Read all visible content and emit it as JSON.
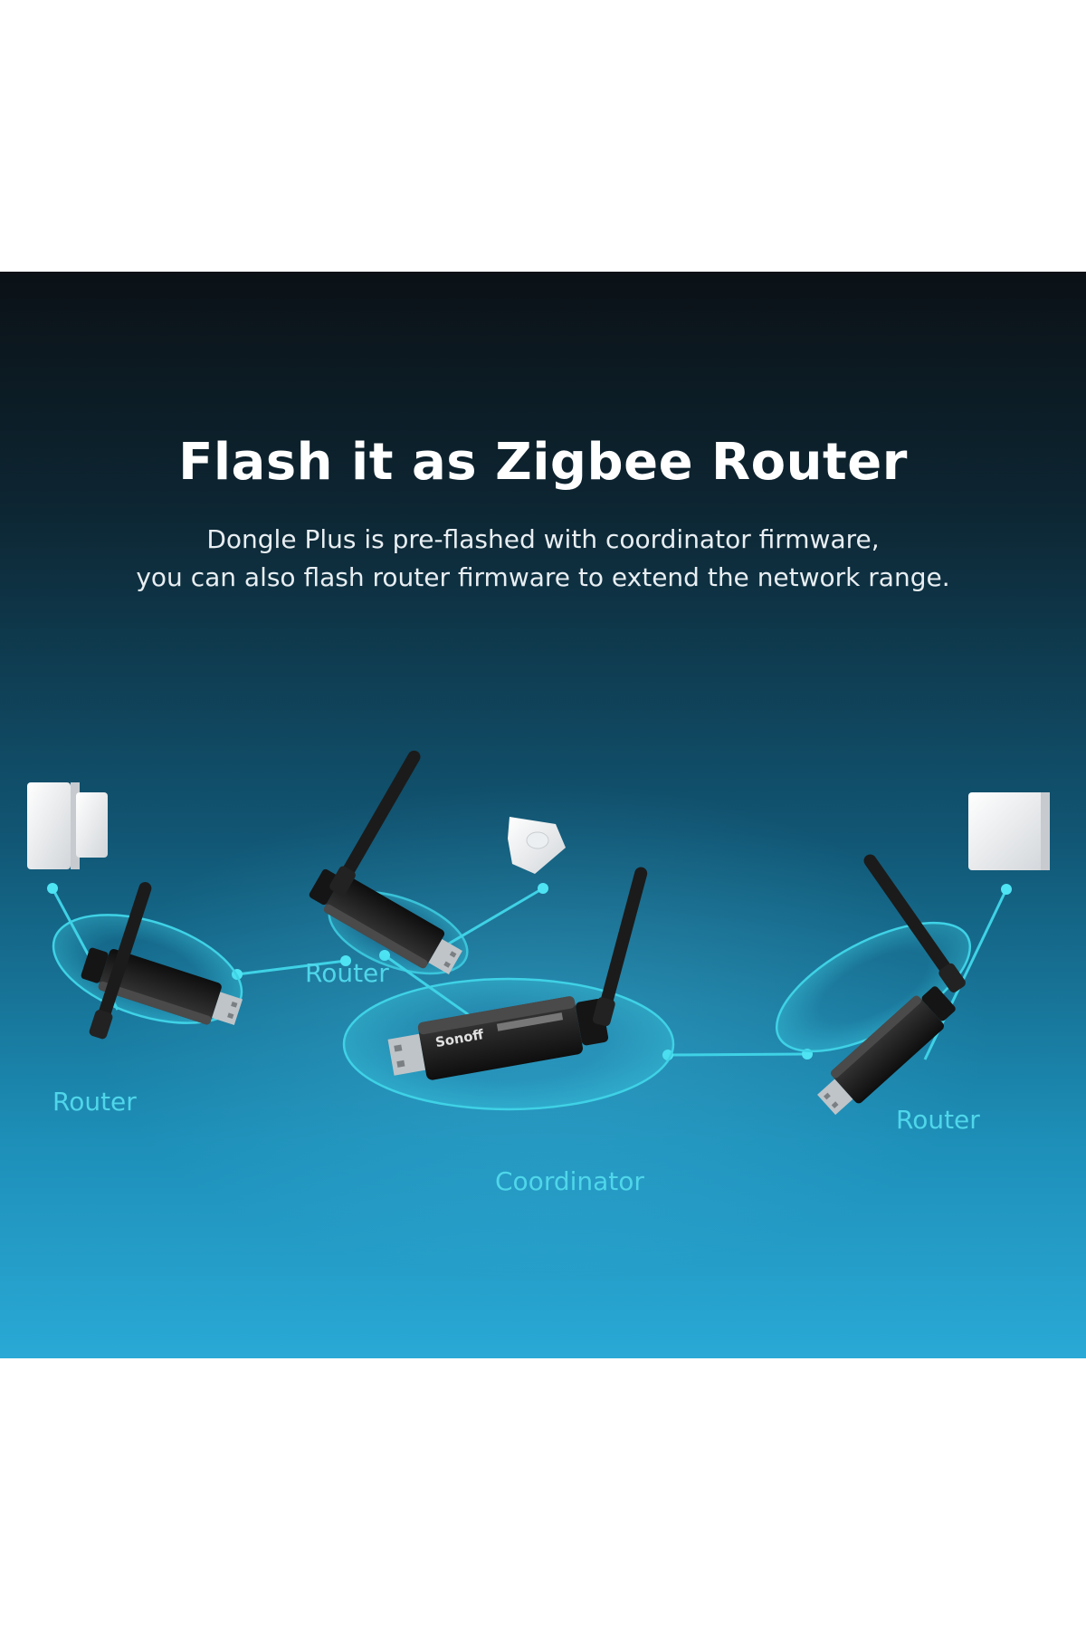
{
  "header": {
    "title": "Flash it as Zigbee Router",
    "subtitle_lines": [
      "Dongle Plus is pre-flashed with coordinator firmware,",
      "you can also flash router firmware to extend the network range."
    ]
  },
  "diagram": {
    "labels": {
      "router_left": "Router",
      "router_top": "Router",
      "router_right": "Router",
      "coordinator": "Coordinator"
    },
    "brand_mark": "Sonoff"
  },
  "colors": {
    "accent_cyan": "#4fd6ea",
    "line_cyan": "#3fd2e6",
    "dongle_black": "#1a1a1a"
  }
}
